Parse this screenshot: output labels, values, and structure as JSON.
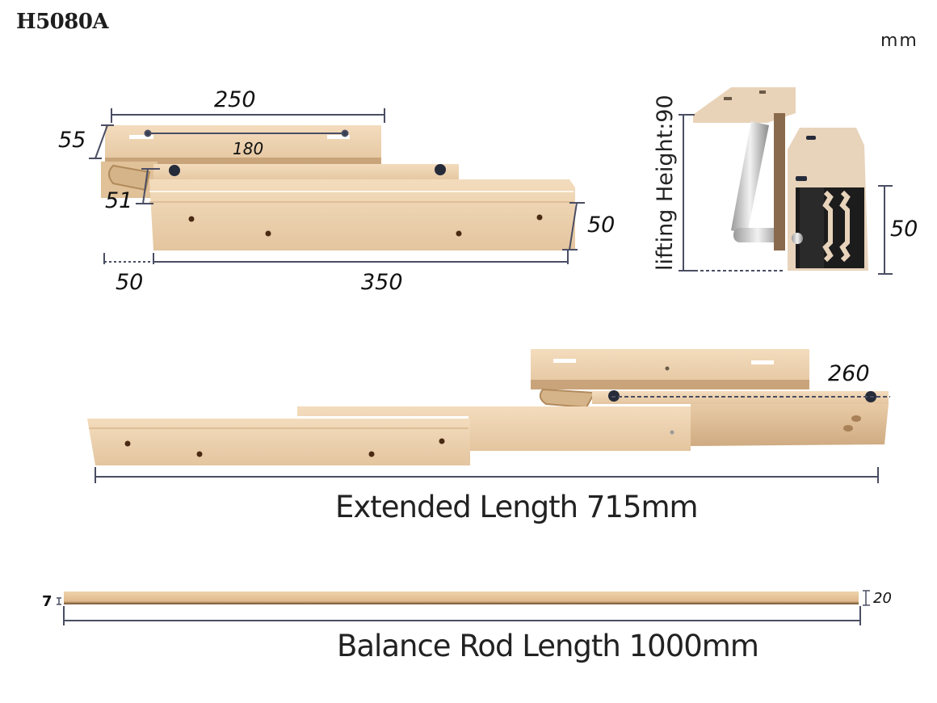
{
  "header": {
    "model": "H5080A",
    "unit": "mm"
  },
  "colors": {
    "metal_light": "#efd6b6",
    "metal_mid": "#e2c39d",
    "metal_dark": "#c9a47a",
    "dimension_line": "#4a4e63",
    "text": "#1a1a1a",
    "rubber_stop": "#262b3a",
    "rod_shadow": "#6b4a2a"
  },
  "top_view": {
    "dims": {
      "top_plate_length": "250",
      "hole_spacing": "180",
      "top_plate_height": "55",
      "rail_offset": "51",
      "rail_height": "50",
      "back_offset": "50",
      "rail_length": "350"
    }
  },
  "side_view": {
    "lifting_height_label": "lifting Height:90",
    "profile_height": "50"
  },
  "extended_view": {
    "slide_dim": "260",
    "caption": "Extended Length 715mm"
  },
  "balance_rod": {
    "thickness": "7",
    "width": "20",
    "caption": "Balance Rod Length 1000mm"
  }
}
